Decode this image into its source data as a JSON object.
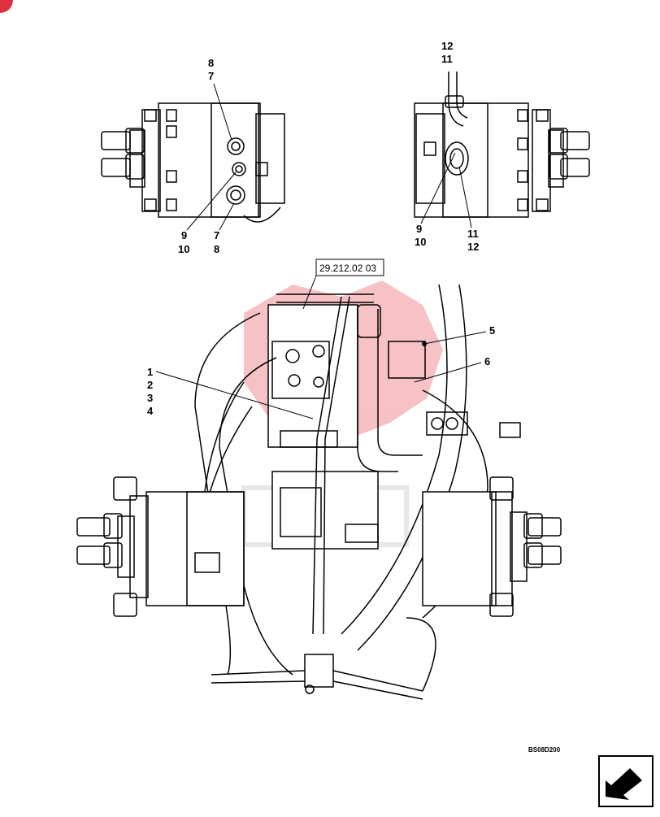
{
  "reference_box": {
    "text": "29.212.02 03"
  },
  "drawing_code": "BS08D200",
  "callouts": {
    "top_left": {
      "upper": [
        "8",
        "7"
      ],
      "lower_left": [
        "9",
        "10"
      ],
      "lower_right": [
        "7",
        "8"
      ]
    },
    "top_right": {
      "upper": [
        "12",
        "11"
      ],
      "lower_left": [
        "9",
        "10"
      ],
      "lower_right": [
        "11",
        "12"
      ]
    },
    "main": {
      "left_stack": [
        "1",
        "2",
        "3",
        "4"
      ],
      "right_5": "5",
      "right_6": "6"
    }
  },
  "colors": {
    "line": "#000000",
    "watermark": "#e8505b",
    "corner_badge": "#e0303f"
  },
  "icons": {
    "nav": "next-page-arrow-icon",
    "corner": "corner-badge-icon"
  }
}
